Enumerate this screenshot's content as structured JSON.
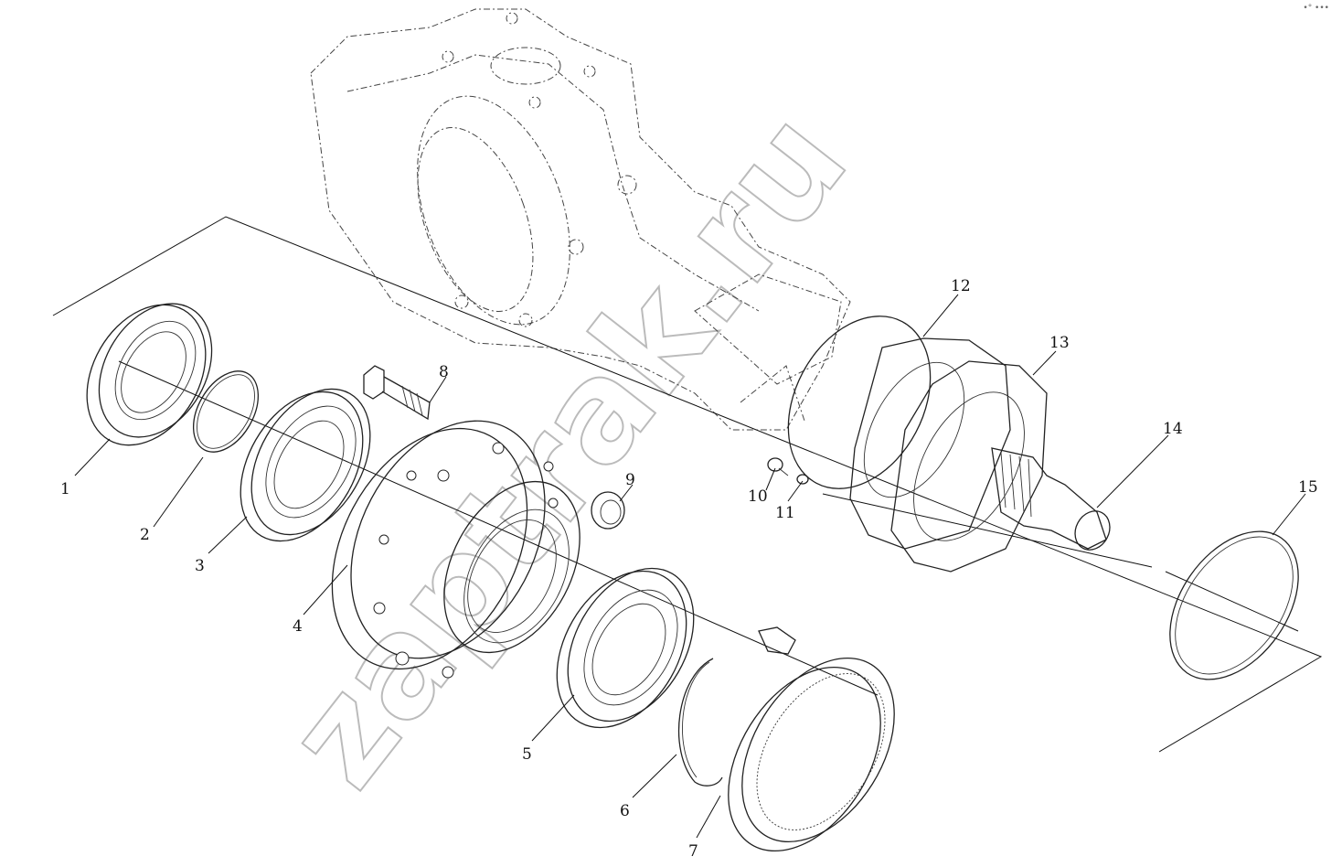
{
  "diagram": {
    "callouts": [
      "1",
      "2",
      "3",
      "4",
      "5",
      "6",
      "7",
      "8",
      "9",
      "10",
      "11",
      "12",
      "13",
      "14",
      "15"
    ]
  },
  "watermark": {
    "text": "zaptrak.ru"
  },
  "corner_mark": {
    "text": "•° •••"
  }
}
